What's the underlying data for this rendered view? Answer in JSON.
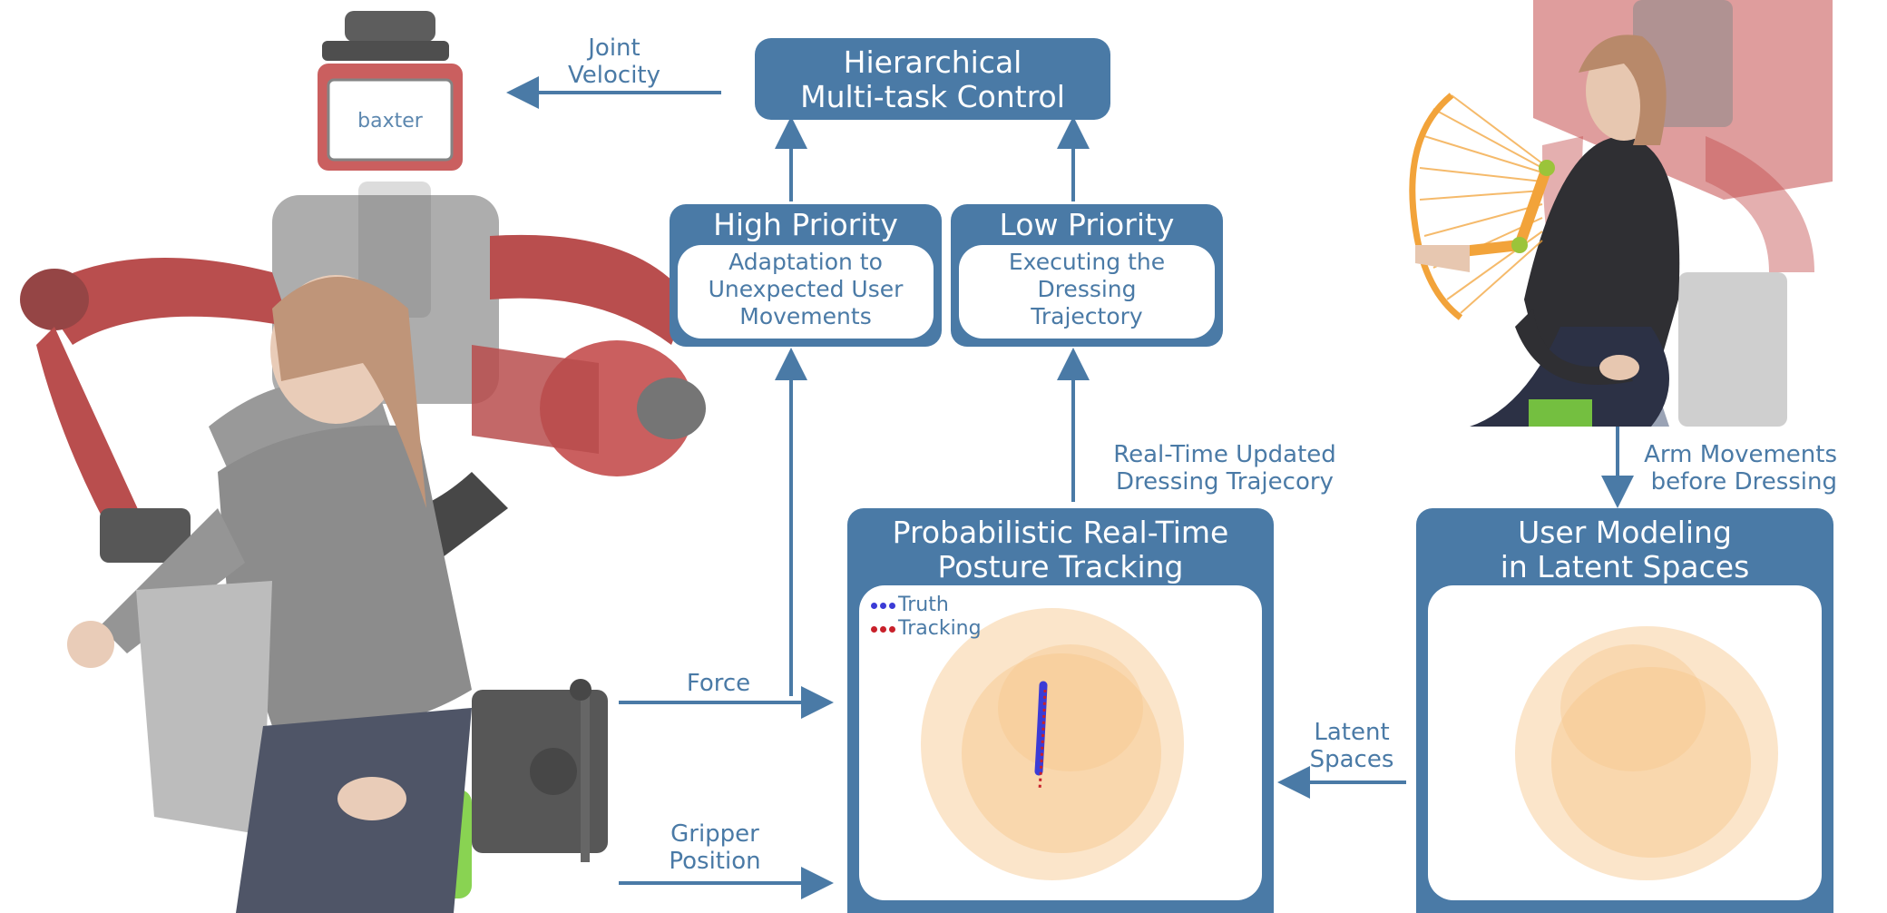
{
  "top_box": {
    "line1": "Hierarchical",
    "line2": "Multi-task Control"
  },
  "high_priority": {
    "title": "High Priority",
    "lines": [
      "Adaptation to",
      "Unexpected User",
      "Movements"
    ]
  },
  "low_priority": {
    "title": "Low Priority",
    "lines": [
      "Executing the",
      "Dressing",
      "Trajectory"
    ]
  },
  "tracking_box": {
    "line1": "Probabilistic Real-Time",
    "line2": "Posture Tracking"
  },
  "user_box": {
    "line1": "User Modeling",
    "line2": "in Latent Spaces"
  },
  "labels": {
    "joint_velocity": [
      "Joint",
      "Velocity"
    ],
    "realtime": [
      "Real-Time Updated",
      "Dressing Trajecory"
    ],
    "arm_movements": [
      "Arm Movements",
      "before Dressing"
    ],
    "force": "Force",
    "gripper": [
      "Gripper",
      "Position"
    ],
    "latent": [
      "Latent",
      "Spaces"
    ]
  },
  "legend": {
    "truth": "Truth",
    "tracking": "Tracking"
  },
  "robot_screen_text": "baxter",
  "colors": {
    "box": "#4a7aa6",
    "orange": "#f7c68a",
    "truth": "#3b3bd6",
    "tracking": "#c8202a"
  }
}
